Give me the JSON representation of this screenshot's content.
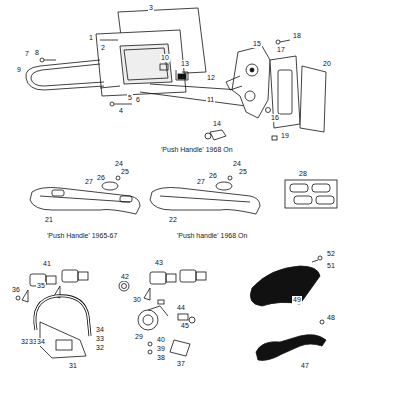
{
  "diagram": {
    "labels": [
      "3",
      "1",
      "2",
      "7",
      "8",
      "9",
      "10",
      "13",
      "18",
      "15",
      "17",
      "20",
      "12",
      "11",
      "5",
      "6",
      "4",
      "16",
      "14",
      "19",
      "'Push Handle' 1968 On",
      "24",
      "25",
      "26",
      "27",
      "24",
      "25",
      "26",
      "27",
      "28",
      "21",
      "22",
      "'Push Handle' 1965-67",
      "'Push handle' 1968 On",
      "41",
      "42",
      "43",
      "52",
      "51",
      "49",
      "36",
      "35",
      "30",
      "29",
      "44",
      "45",
      "48",
      "47",
      "32",
      "33",
      "34",
      "34",
      "33",
      "32",
      "31",
      "37",
      "40",
      "39",
      "38"
    ]
  }
}
